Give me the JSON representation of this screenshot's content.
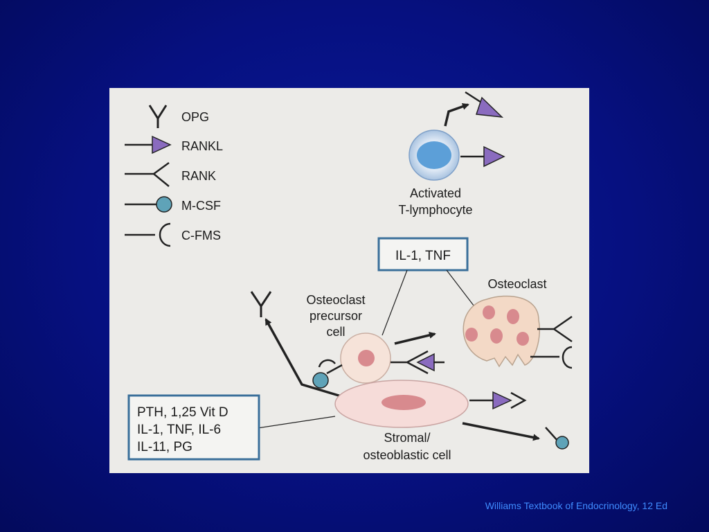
{
  "legend": {
    "opg": "OPG",
    "rankl": "RANKL",
    "rank": "RANK",
    "mcsf": "M-CSF",
    "cfms": "C-FMS"
  },
  "labels": {
    "tcell_line1": "Activated",
    "tcell_line2": "T-lymphocyte",
    "cytokine_box": "IL-1, TNF",
    "osteoclast": "Osteoclast",
    "precursor_line1": "Osteoclast",
    "precursor_line2": "precursor",
    "precursor_line3": "cell",
    "stimuli_line1": "PTH, 1,25 Vit D",
    "stimuli_line2": "IL-1, TNF, IL-6",
    "stimuli_line3": "IL-11, PG",
    "stromal_line1": "Stromal/",
    "stromal_line2": "osteoblastic cell"
  },
  "colors": {
    "rankl": "#8a6bbf",
    "mcsf": "#5fa3b8",
    "nucleus": "#d88a8e",
    "tcell": "#5c9fd8",
    "box_border": "#3a6f9a"
  },
  "caption": "Williams Textbook of Endocrinology, 12 Ed"
}
